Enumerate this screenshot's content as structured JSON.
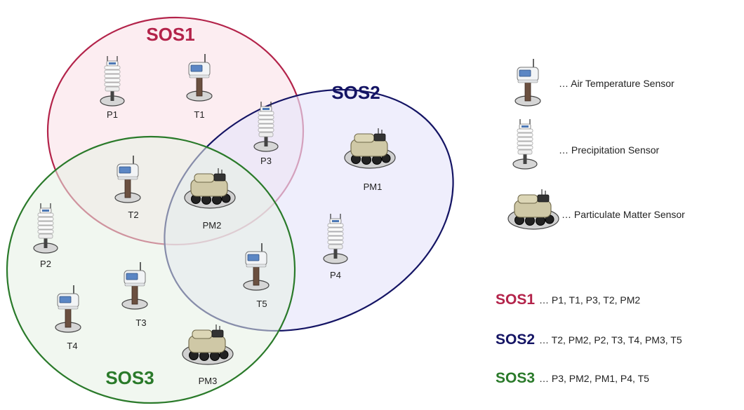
{
  "sets": [
    {
      "id": "sos1",
      "title": "SOS1",
      "color": "#b3234a",
      "fill": "#fbe7ec"
    },
    {
      "id": "sos2",
      "title": "SOS2",
      "color": "#141464",
      "fill": "#e6e5fb"
    },
    {
      "id": "sos3",
      "title": "SOS3",
      "color": "#2a7a2a",
      "fill": "#e6f1e3"
    }
  ],
  "nodes": [
    {
      "label": "P1",
      "type": "precipitation-sensor"
    },
    {
      "label": "T1",
      "type": "air-temperature-sensor"
    },
    {
      "label": "P3",
      "type": "precipitation-sensor"
    },
    {
      "label": "T2",
      "type": "air-temperature-sensor"
    },
    {
      "label": "PM2",
      "type": "particulate-matter-sensor"
    },
    {
      "label": "PM1",
      "type": "particulate-matter-sensor"
    },
    {
      "label": "P4",
      "type": "precipitation-sensor"
    },
    {
      "label": "P2",
      "type": "precipitation-sensor"
    },
    {
      "label": "T3",
      "type": "air-temperature-sensor"
    },
    {
      "label": "T4",
      "type": "air-temperature-sensor"
    },
    {
      "label": "T5",
      "type": "air-temperature-sensor"
    },
    {
      "label": "PM3",
      "type": "particulate-matter-sensor"
    }
  ],
  "legend": {
    "air_temperature": "… Air Temperature Sensor",
    "precipitation": "… Precipitation Sensor",
    "particulate_matter": "… Particulate Matter Sensor"
  },
  "memberships": [
    {
      "name": "SOS1",
      "members": "… P1, T1, P3, T2, PM2"
    },
    {
      "name": "SOS2",
      "members": "… T2, PM2, P2, T3, T4, PM3, T5"
    },
    {
      "name": "SOS3",
      "members": "… P3, PM2, PM1, P4, T5"
    }
  ]
}
